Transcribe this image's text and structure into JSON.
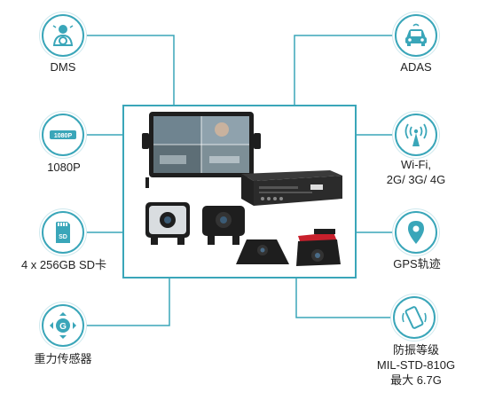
{
  "features": {
    "dms": {
      "label": "DMS",
      "icon": "driver-monitor-icon"
    },
    "res1080": {
      "label": "1080P",
      "badge": "1080P",
      "icon": "resolution-badge-icon"
    },
    "sd": {
      "label": "4 x 256GB SD卡",
      "badge": "SD",
      "icon": "sd-card-icon"
    },
    "gsensor": {
      "label": "重力传感器",
      "badge": "G",
      "icon": "g-sensor-icon"
    },
    "adas": {
      "label": "ADAS",
      "icon": "car-assist-icon"
    },
    "wifi": {
      "line1": "Wi-Fi,",
      "line2": "2G/ 3G/ 4G",
      "icon": "antenna-icon"
    },
    "gps": {
      "label": "GPS轨迹",
      "icon": "map-pin-icon"
    },
    "rugged": {
      "line1": "防振等级",
      "line2": "MIL-STD-810G",
      "line3": "最大 6.7G",
      "icon": "vibration-phone-icon"
    }
  },
  "colors": {
    "accent": "#3aa6b9",
    "dark": "#1f1f1f",
    "red": "#c8202c"
  }
}
